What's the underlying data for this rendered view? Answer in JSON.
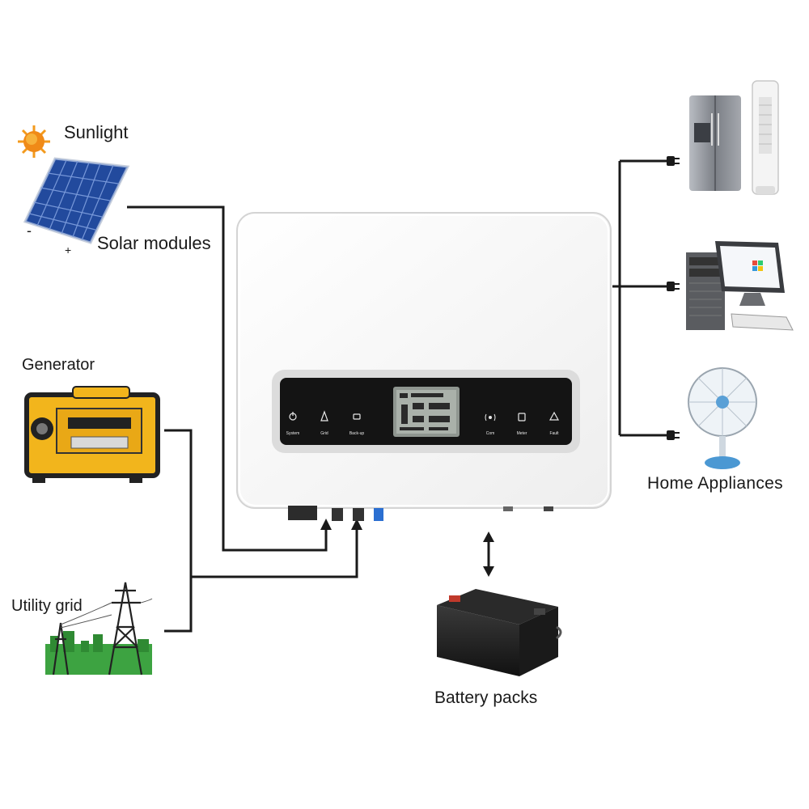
{
  "labels": {
    "sunlight": "Sunlight",
    "solar_modules": "Solar modules",
    "generator": "Generator",
    "utility_grid": "Utility grid",
    "home_appliances": "Home Appliances",
    "battery_packs": "Battery packs",
    "panel_minus": "-",
    "panel_plus": "+"
  },
  "inverter": {
    "buttons": [
      {
        "label": "System",
        "icon": "power-icon"
      },
      {
        "label": "Grid",
        "icon": "tower-icon"
      },
      {
        "label": "Back-up",
        "icon": "plug-icon"
      },
      {
        "label": "Com",
        "icon": "signal-icon"
      },
      {
        "label": "Meter",
        "icon": "meter-icon"
      },
      {
        "label": "Fault",
        "icon": "warning-icon"
      }
    ]
  },
  "colors": {
    "line": "#1a1a1a",
    "inverter_body": "#ffffff",
    "display_panel": "#141414",
    "solar_blue": "#2f5fbf",
    "generator_yellow": "#f2b51c",
    "grid_green": "#3da341"
  }
}
